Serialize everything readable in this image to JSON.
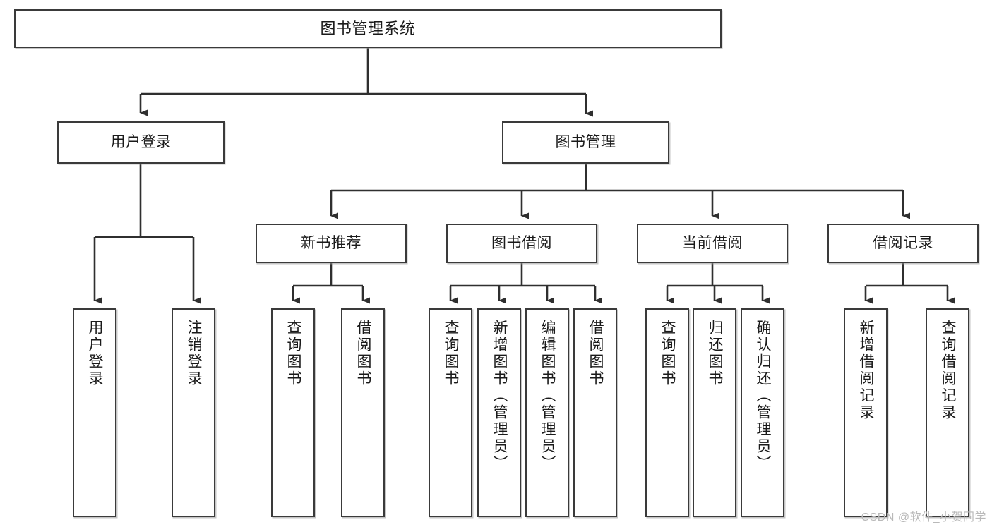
{
  "diagram": {
    "title": "图书管理系统",
    "type": "hierarchy-tree",
    "watermark": "CSDN @软件_小贺同学",
    "colors": {
      "border": "#3a3a3a",
      "background": "#ffffff",
      "text": "#1a1a1a",
      "connector": "#2f2f2f",
      "watermark": "#b9b9b9"
    },
    "levels": {
      "root": [
        "图书管理系统"
      ],
      "level1": [
        "用户登录",
        "图书管理"
      ],
      "level2": [
        "新书推荐",
        "图书借阅",
        "当前借阅",
        "借阅记录"
      ],
      "level3": [
        "用户登录",
        "注销登录",
        "查询图书",
        "借阅图书",
        "查询图书",
        "新增图书（管理员）",
        "编辑图书（管理员）",
        "借阅图书",
        "查询图书",
        "归还图书",
        "确认归还（管理员）",
        "新增借阅记录",
        "查询借阅记录"
      ]
    },
    "nodes": {
      "root": {
        "label": "图书管理系统"
      },
      "user_login": {
        "label": "用户登录"
      },
      "book_manage": {
        "label": "图书管理"
      },
      "new_book_rec": {
        "label": "新书推荐"
      },
      "book_borrow": {
        "label": "图书借阅"
      },
      "current_borrow": {
        "label": "当前借阅"
      },
      "borrow_record": {
        "label": "借阅记录"
      },
      "leaf_user_login": {
        "label": "用户登录"
      },
      "leaf_logout": {
        "label": "注销登录"
      },
      "leaf_query_book_1": {
        "label": "查询图书"
      },
      "leaf_borrow_book_1": {
        "label": "借阅图书"
      },
      "leaf_query_book_2": {
        "label": "查询图书"
      },
      "leaf_add_book": {
        "label": "新增图书（管理员）"
      },
      "leaf_edit_book": {
        "label": "编辑图书（管理员）"
      },
      "leaf_borrow_book_2": {
        "label": "借阅图书"
      },
      "leaf_query_book_3": {
        "label": "查询图书"
      },
      "leaf_return_book": {
        "label": "归还图书"
      },
      "leaf_confirm_return": {
        "label": "确认归还（管理员）"
      },
      "leaf_add_record": {
        "label": "新增借阅记录"
      },
      "leaf_query_record": {
        "label": "查询借阅记录"
      }
    },
    "edges": [
      {
        "from": "root",
        "to": "user_login"
      },
      {
        "from": "root",
        "to": "book_manage"
      },
      {
        "from": "user_login",
        "to": "leaf_user_login"
      },
      {
        "from": "user_login",
        "to": "leaf_logout"
      },
      {
        "from": "book_manage",
        "to": "new_book_rec"
      },
      {
        "from": "book_manage",
        "to": "book_borrow"
      },
      {
        "from": "book_manage",
        "to": "current_borrow"
      },
      {
        "from": "book_manage",
        "to": "borrow_record"
      },
      {
        "from": "new_book_rec",
        "to": "leaf_query_book_1"
      },
      {
        "from": "new_book_rec",
        "to": "leaf_borrow_book_1"
      },
      {
        "from": "book_borrow",
        "to": "leaf_query_book_2"
      },
      {
        "from": "book_borrow",
        "to": "leaf_add_book"
      },
      {
        "from": "book_borrow",
        "to": "leaf_edit_book"
      },
      {
        "from": "book_borrow",
        "to": "leaf_borrow_book_2"
      },
      {
        "from": "current_borrow",
        "to": "leaf_query_book_3"
      },
      {
        "from": "current_borrow",
        "to": "leaf_return_book"
      },
      {
        "from": "current_borrow",
        "to": "leaf_confirm_return"
      },
      {
        "from": "borrow_record",
        "to": "leaf_add_record"
      },
      {
        "from": "borrow_record",
        "to": "leaf_query_record"
      }
    ]
  }
}
